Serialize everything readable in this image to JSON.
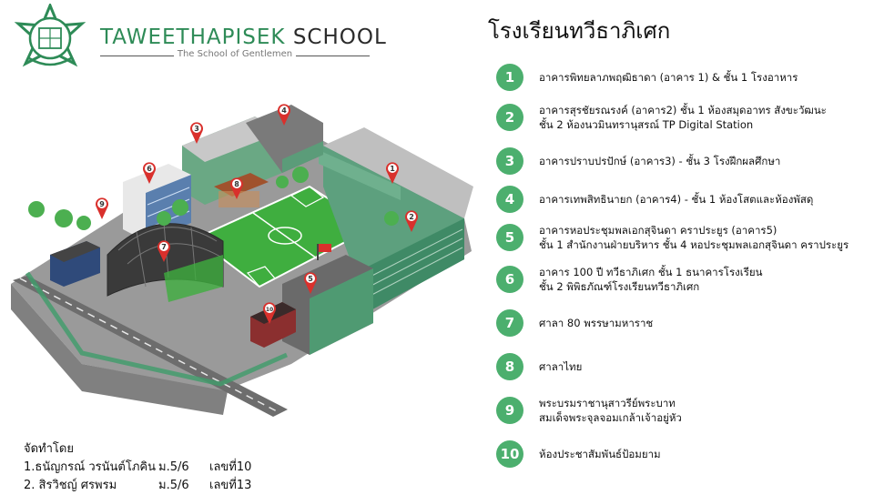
{
  "header": {
    "title_part1": "TAWEETHAPISEK",
    "title_part2": "SCHOOL",
    "subtitle": "The School of Gentlemen"
  },
  "heading": "โรงเรียนทวีธาภิเศก",
  "legend": [
    {
      "num": "1",
      "line1": "อาคารพิทยลาภพฤฒิธาดา (อาคาร 1)  & ชั้น 1 โรงอาหาร",
      "line2": ""
    },
    {
      "num": "2",
      "line1": "อาคารสุรชัยรณรงค์ (อาคาร2)  ชั้น 1 ห้องสมุดอาทร สังขะวัฒนะ",
      "line2": "ชั้น 2 ห้องนวมินทรานุสรณ์ TP Digital Station"
    },
    {
      "num": "3",
      "line1": " อาคารปราบปรปักษ์ (อาคาร3) - ชั้น 3 โรงฝึกผลศึกษา",
      "line2": ""
    },
    {
      "num": "4",
      "line1": " อาคารเทพสิทธินายก (อาคาร4) - ชั้น 1 ห้องโสตและห้องพัสดุ",
      "line2": ""
    },
    {
      "num": "5",
      "line1": "อาคารหอประชุมพลเอกสุจินดา คราประยูร (อาคาร5)",
      "line2": "ชั้น 1 สำนักงานฝ่ายบริหาร ชั้น 4 หอประชุมพลเอกสุจินดา คราประยูร"
    },
    {
      "num": "6",
      "line1": "อาคาร 100  ปี  ทวีธาภิเศก  ชั้น 1 ธนาคารโรงเรียน",
      "line2": "ชั้น 2 พิพิธภัณฑ์โรงเรียนทวีธาภิเศก"
    },
    {
      "num": "7",
      "line1": "ศาลา 80 พรรษามหาราช",
      "line2": ""
    },
    {
      "num": "8",
      "line1": "ศาลาไทย",
      "line2": ""
    },
    {
      "num": "9",
      "line1": " พระบรมราชานุสาวรีย์พระบาท",
      "line2": "สมเด็จพระจุลจอมเกล้าเจ้าอยู่หัว"
    },
    {
      "num": "10",
      "line1": "ห้องประชาสัมพันธ์ป้อมยาม",
      "line2": ""
    }
  ],
  "credits": {
    "heading": "จัดทำโดย",
    "people": [
      {
        "name": "1.ธนัญกรณ์  วรนันต์โภคิน",
        "class": "ม.5/6",
        "number": "เลขที่10"
      },
      {
        "name": "2. สิรวิชญ์ ศรพรม",
        "class": "ม.5/6",
        "number": "เลขที่13"
      }
    ]
  },
  "map_pins": [
    "1",
    "2",
    "3",
    "4",
    "5",
    "6",
    "7",
    "8",
    "9",
    "10"
  ],
  "colors": {
    "accent": "#2e8b57",
    "badge": "#4caf6e",
    "pin": "#d9302c",
    "field": "#3fae3f"
  }
}
